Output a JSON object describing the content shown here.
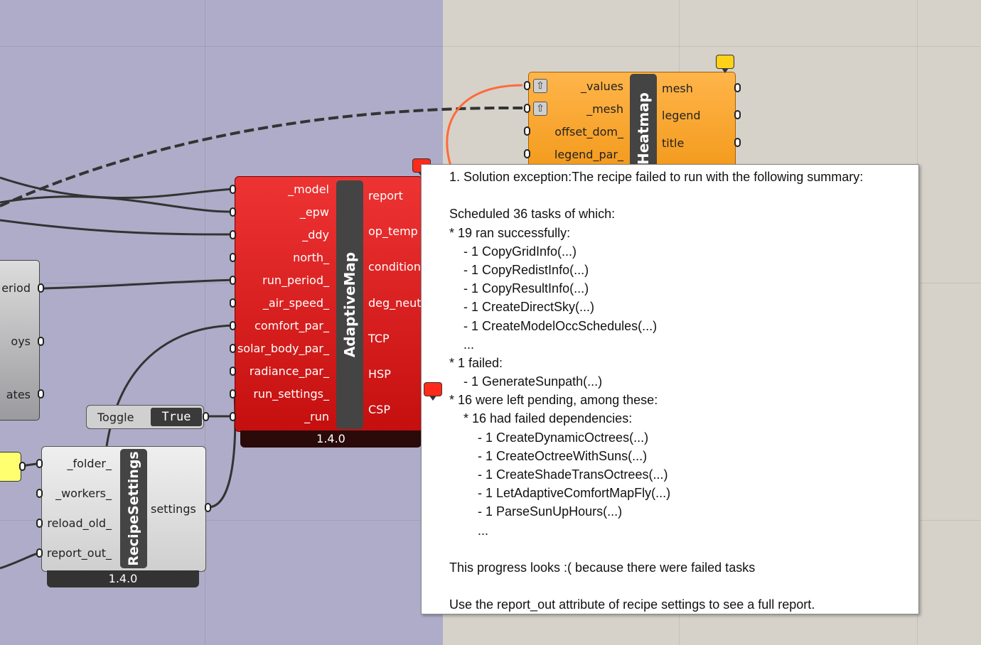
{
  "heatmap": {
    "title": "Heatmap",
    "inputs": [
      "_values",
      "_mesh",
      "offset_dom_",
      "legend_par_"
    ],
    "outputs": [
      "mesh",
      "legend",
      "title"
    ],
    "arrow_glyph": "⇧"
  },
  "adaptive_map": {
    "title": "AdaptiveMap",
    "version": "1.4.0",
    "inputs": [
      "_model",
      "_epw",
      "_ddy",
      "north_",
      "run_period_",
      "_air_speed_",
      "comfort_par_",
      "solar_body_par_",
      "radiance_par_",
      "run_settings_",
      "_run"
    ],
    "outputs": [
      "report",
      "op_temp",
      "condition",
      "deg_neut",
      "TCP",
      "HSP",
      "CSP"
    ]
  },
  "left_component": {
    "outputs": [
      "eriod",
      "oys",
      "ates"
    ]
  },
  "toggle": {
    "label": "Toggle",
    "value": "True"
  },
  "recipe_settings": {
    "title": "RecipeSettings",
    "version": "1.4.0",
    "inputs": [
      "_folder_",
      "_workers_",
      "reload_old_",
      "report_out_"
    ],
    "outputs": [
      "settings"
    ]
  },
  "tooltip": {
    "lines": [
      "1. Solution exception:The recipe failed to run with the following summary:",
      "",
      "Scheduled 36 tasks of which:",
      "* 19 ran successfully:",
      "    - 1 CopyGridInfo(...)",
      "    - 1 CopyRedistInfo(...)",
      "    - 1 CopyResultInfo(...)",
      "    - 1 CreateDirectSky(...)",
      "    - 1 CreateModelOccSchedules(...)",
      "    ...",
      "* 1 failed:",
      "    - 1 GenerateSunpath(...)",
      "* 16 were left pending, among these:",
      "    * 16 had failed dependencies:",
      "        - 1 CreateDynamicOctrees(...)",
      "        - 1 CreateOctreeWithSuns(...)",
      "        - 1 CreateShadeTransOctrees(...)",
      "        - 1 LetAdaptiveComfortMapFly(...)",
      "        - 1 ParseSunUpHours(...)",
      "        ...",
      "",
      "This progress looks :( because there were failed tasks",
      "",
      "Use the report_out attribute of recipe settings to see a full report."
    ]
  },
  "colors": {
    "canvas_group": "#aeacc8",
    "canvas": "#d6d2c9",
    "heatmap": "#f7a12c",
    "error_component": "#d41818",
    "warning_balloon": "#ffd21a",
    "error_balloon": "#ff2a1a"
  }
}
